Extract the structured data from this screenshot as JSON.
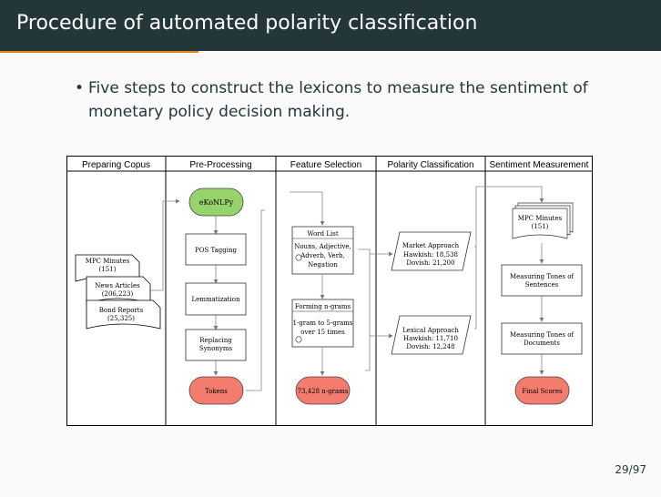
{
  "header": {
    "title": "Procedure of automated polarity classification"
  },
  "bullet": {
    "symbol": "•",
    "text": "Five steps to construct the lexicons to measure the sentiment of monetary policy decision making."
  },
  "page_number": "29/97",
  "colors": {
    "header_bg": "#23373b",
    "accent": "#eb811b",
    "green_node": "#96d36a",
    "red_node": "#f47c6f"
  },
  "diagram": {
    "lanes": [
      "Preparing Copus",
      "Pre-Processing",
      "Feature Selection",
      "Polarity Classification",
      "Sentiment Measurement"
    ],
    "docs": {
      "mpc_minutes": [
        "MPC Minutes",
        "(151)"
      ],
      "news_articles": [
        "News Articles",
        "(206,223)"
      ],
      "bond_reports": [
        "Bond Reports",
        "(25,325)"
      ]
    },
    "preprocessing": {
      "ekonlpy": "eKoNLPy",
      "pos_tagging": "POS Tagging",
      "lemmatization": "Lemmatization",
      "replacing": [
        "Replacing",
        "Synonyms"
      ],
      "tokens": "Tokens"
    },
    "feature": {
      "word_list_title": "Word List",
      "word_list_body": [
        "Nouns, Adjective,",
        "Adverb, Verb,",
        "Negation"
      ],
      "ngram_title": "Forming n-grams",
      "ngram_body": [
        "1-gram to 5-grams",
        "over 15 times"
      ],
      "ngram_count": "73,428 n-grams"
    },
    "polarity": {
      "market_title": "Market Approach",
      "market_hawkish": "Hawkish: 18,538",
      "market_dovish": "Dovish: 21,200",
      "lexical_title": "Lexical Approach",
      "lexical_hawkish": "Hawkish: 11,710",
      "lexical_dovish": "Dovish: 12,248"
    },
    "sentiment": {
      "mpc_docs": [
        "MPC Minutes",
        "(151)"
      ],
      "tone_sentences": [
        "Measuring Tones of",
        "Sentences"
      ],
      "tone_documents": [
        "Measuring Tones of",
        "Documents"
      ],
      "final_scores": "Final Scores"
    }
  }
}
